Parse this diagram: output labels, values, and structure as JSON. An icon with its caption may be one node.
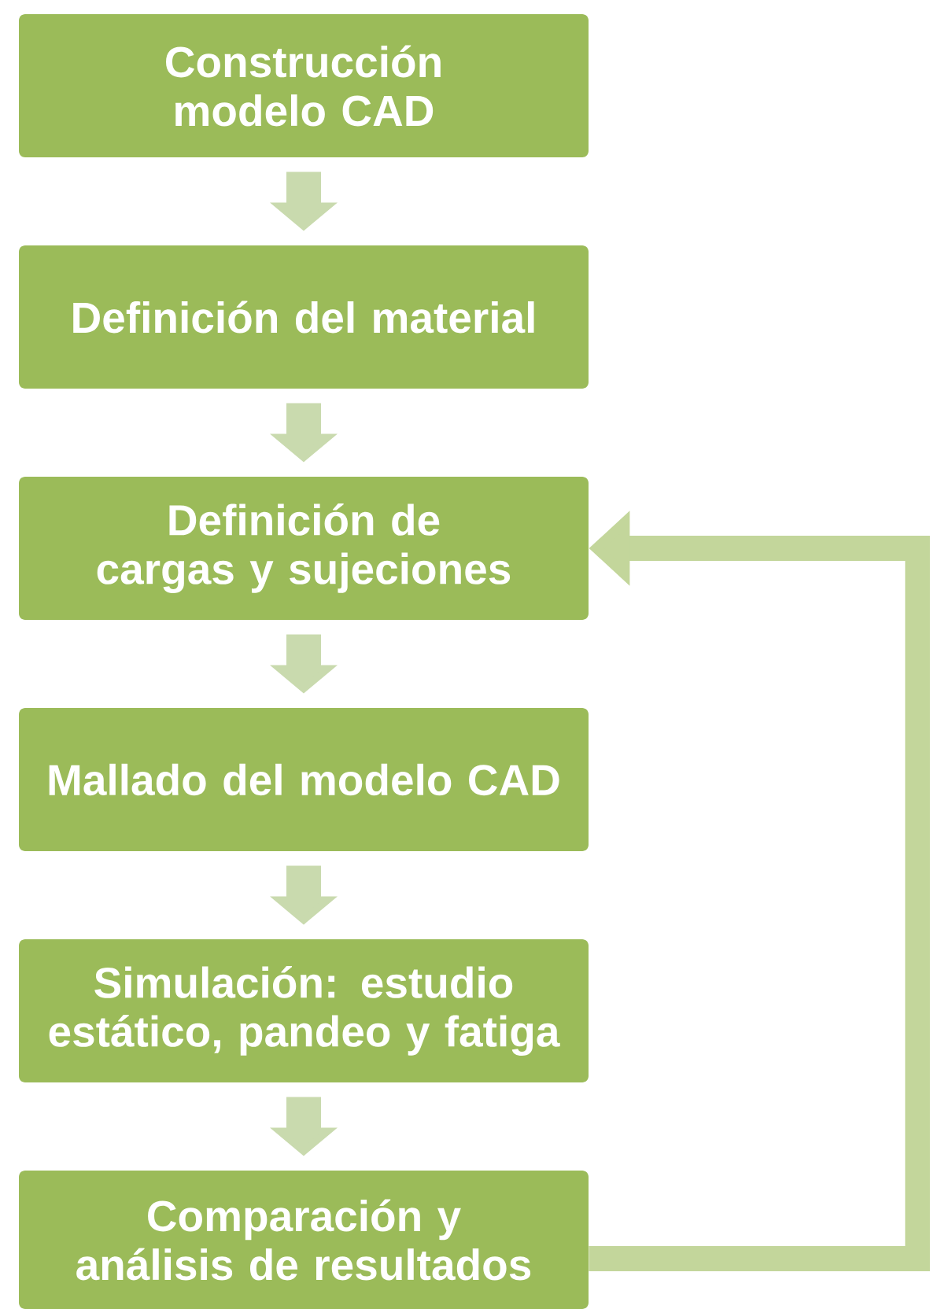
{
  "diagram": {
    "nodes": [
      {
        "text": [
          "Construcción modelo CAD"
        ]
      },
      {
        "text": [
          "Definición del material"
        ]
      },
      {
        "text": [
          "Definición de cargas y sujeciones"
        ]
      },
      {
        "text": [
          "Mallado del modelo CAD"
        ]
      },
      {
        "text": [
          "Simulación: estudio estático, pandeo y fatiga"
        ]
      },
      {
        "text": [
          "Comparación y análisis de resultados"
        ]
      }
    ],
    "edges": [
      {
        "from": 0,
        "to": 1,
        "arrow": "to"
      },
      {
        "from": 1,
        "to": 2,
        "arrow": "to"
      },
      {
        "from": 2,
        "to": 3,
        "arrow": "to"
      },
      {
        "from": 3,
        "to": 4,
        "arrow": "to"
      },
      {
        "from": 4,
        "to": 5,
        "arrow": "to"
      },
      {
        "from": 5,
        "to": 2,
        "arrow": "to"
      }
    ]
  }
}
